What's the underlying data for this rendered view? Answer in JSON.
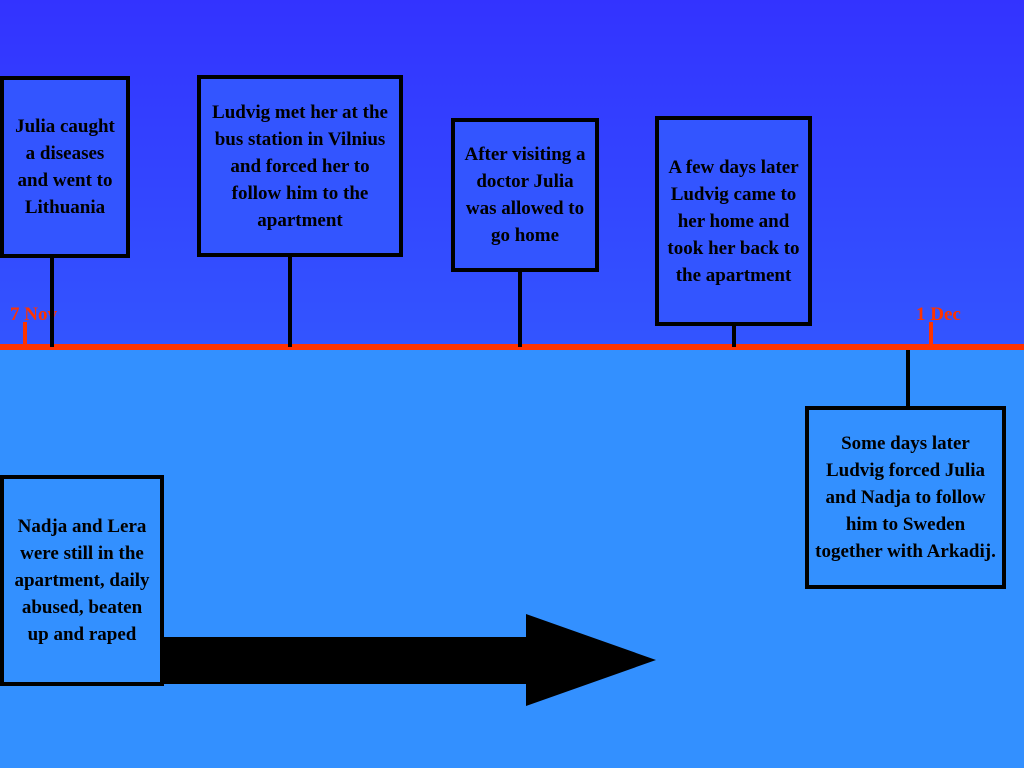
{
  "timeline": {
    "start_label": "7 Nov",
    "end_label": "1 Dec",
    "axis_color": "#ff3300"
  },
  "events": [
    {
      "text": "Julia caught a diseases and went to Lithuania"
    },
    {
      "text": "Ludvig met her at the bus station in Vilnius and forced her to follow him to the apartment"
    },
    {
      "text": "After visiting a doctor Julia was allowed to go home"
    },
    {
      "text": "A few days later Ludvig came to her home and took her back to the apartment"
    },
    {
      "text": "Some days later Ludvig forced Julia and Nadja to follow him to Sweden together with Arkadij."
    },
    {
      "text": "Nadja and Lera were still in the apartment, daily abused, beaten up and raped"
    }
  ],
  "colors": {
    "background_top": "#3333ff",
    "background_bottom": "#3390ff",
    "text": "#000000"
  }
}
